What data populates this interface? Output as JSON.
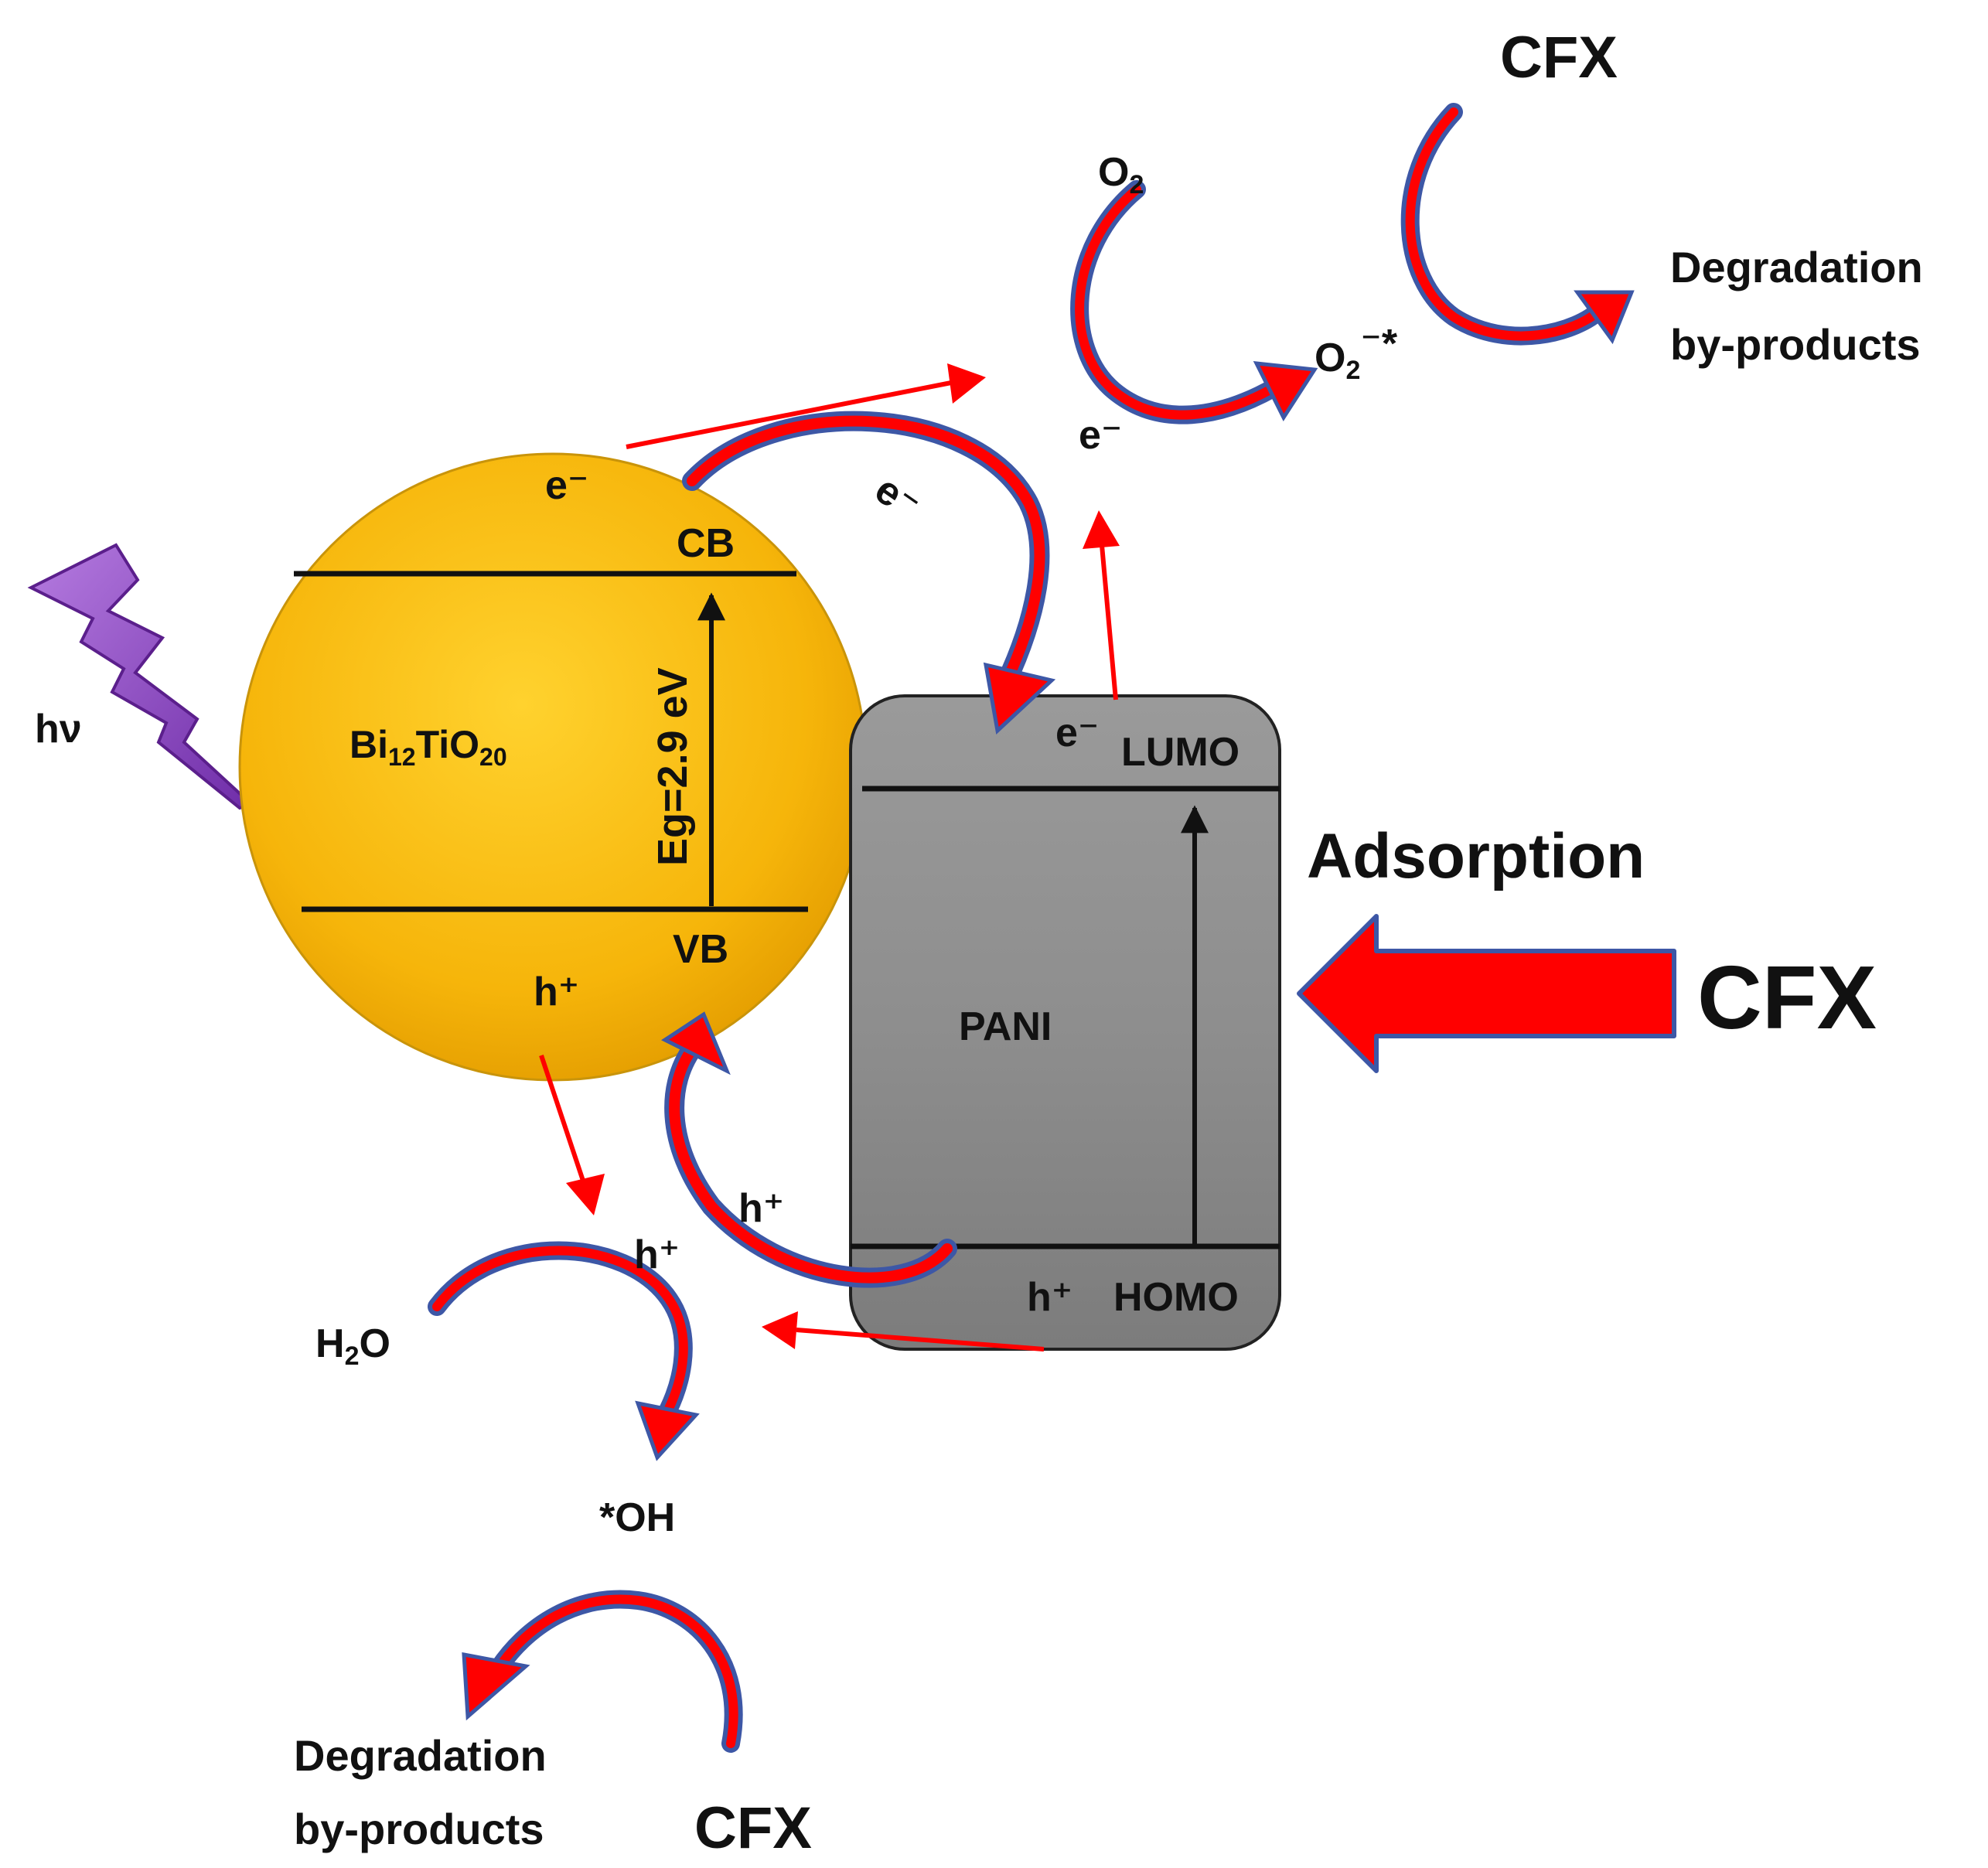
{
  "semiconductor": {
    "name_main": "Bi",
    "name_sub1": "12",
    "name_mid": "TiO",
    "name_sub2": "20",
    "cb": "CB",
    "vb": "VB",
    "band_gap": "Eg=2.9 eV",
    "electron": "e⁻",
    "hole": "h⁺"
  },
  "light": {
    "label": "hν"
  },
  "polymer": {
    "name": "PANI",
    "lumo": "LUMO",
    "homo": "HOMO",
    "electron": "e⁻",
    "hole": "h⁺"
  },
  "transfer": {
    "electron": "e⁻",
    "hole": "h⁺"
  },
  "oxygen_path": {
    "reactant_main": "O",
    "reactant_sub": "2",
    "product_main": "O",
    "product_sub": "2",
    "product_sup": "⁻*",
    "electron": "e⁻"
  },
  "water_path": {
    "reactant_main": "H",
    "reactant_sub": "2",
    "reactant_tail": "O",
    "product": "*OH",
    "hole": "h⁺"
  },
  "degradation_top": {
    "pollutant": "CFX",
    "line1": "Degradation",
    "line2": "by-products"
  },
  "degradation_bottom": {
    "pollutant": "CFX",
    "line1": "Degradation",
    "line2": "by-products"
  },
  "adsorption": {
    "label": "Adsorption",
    "pollutant": "CFX"
  },
  "colors": {
    "sphere": "#f6b50a",
    "box": "#8a8a8a",
    "red_arrow": "#ff0000",
    "curve_outline": "#3d57a6",
    "bolt": "#8d3fc2"
  }
}
